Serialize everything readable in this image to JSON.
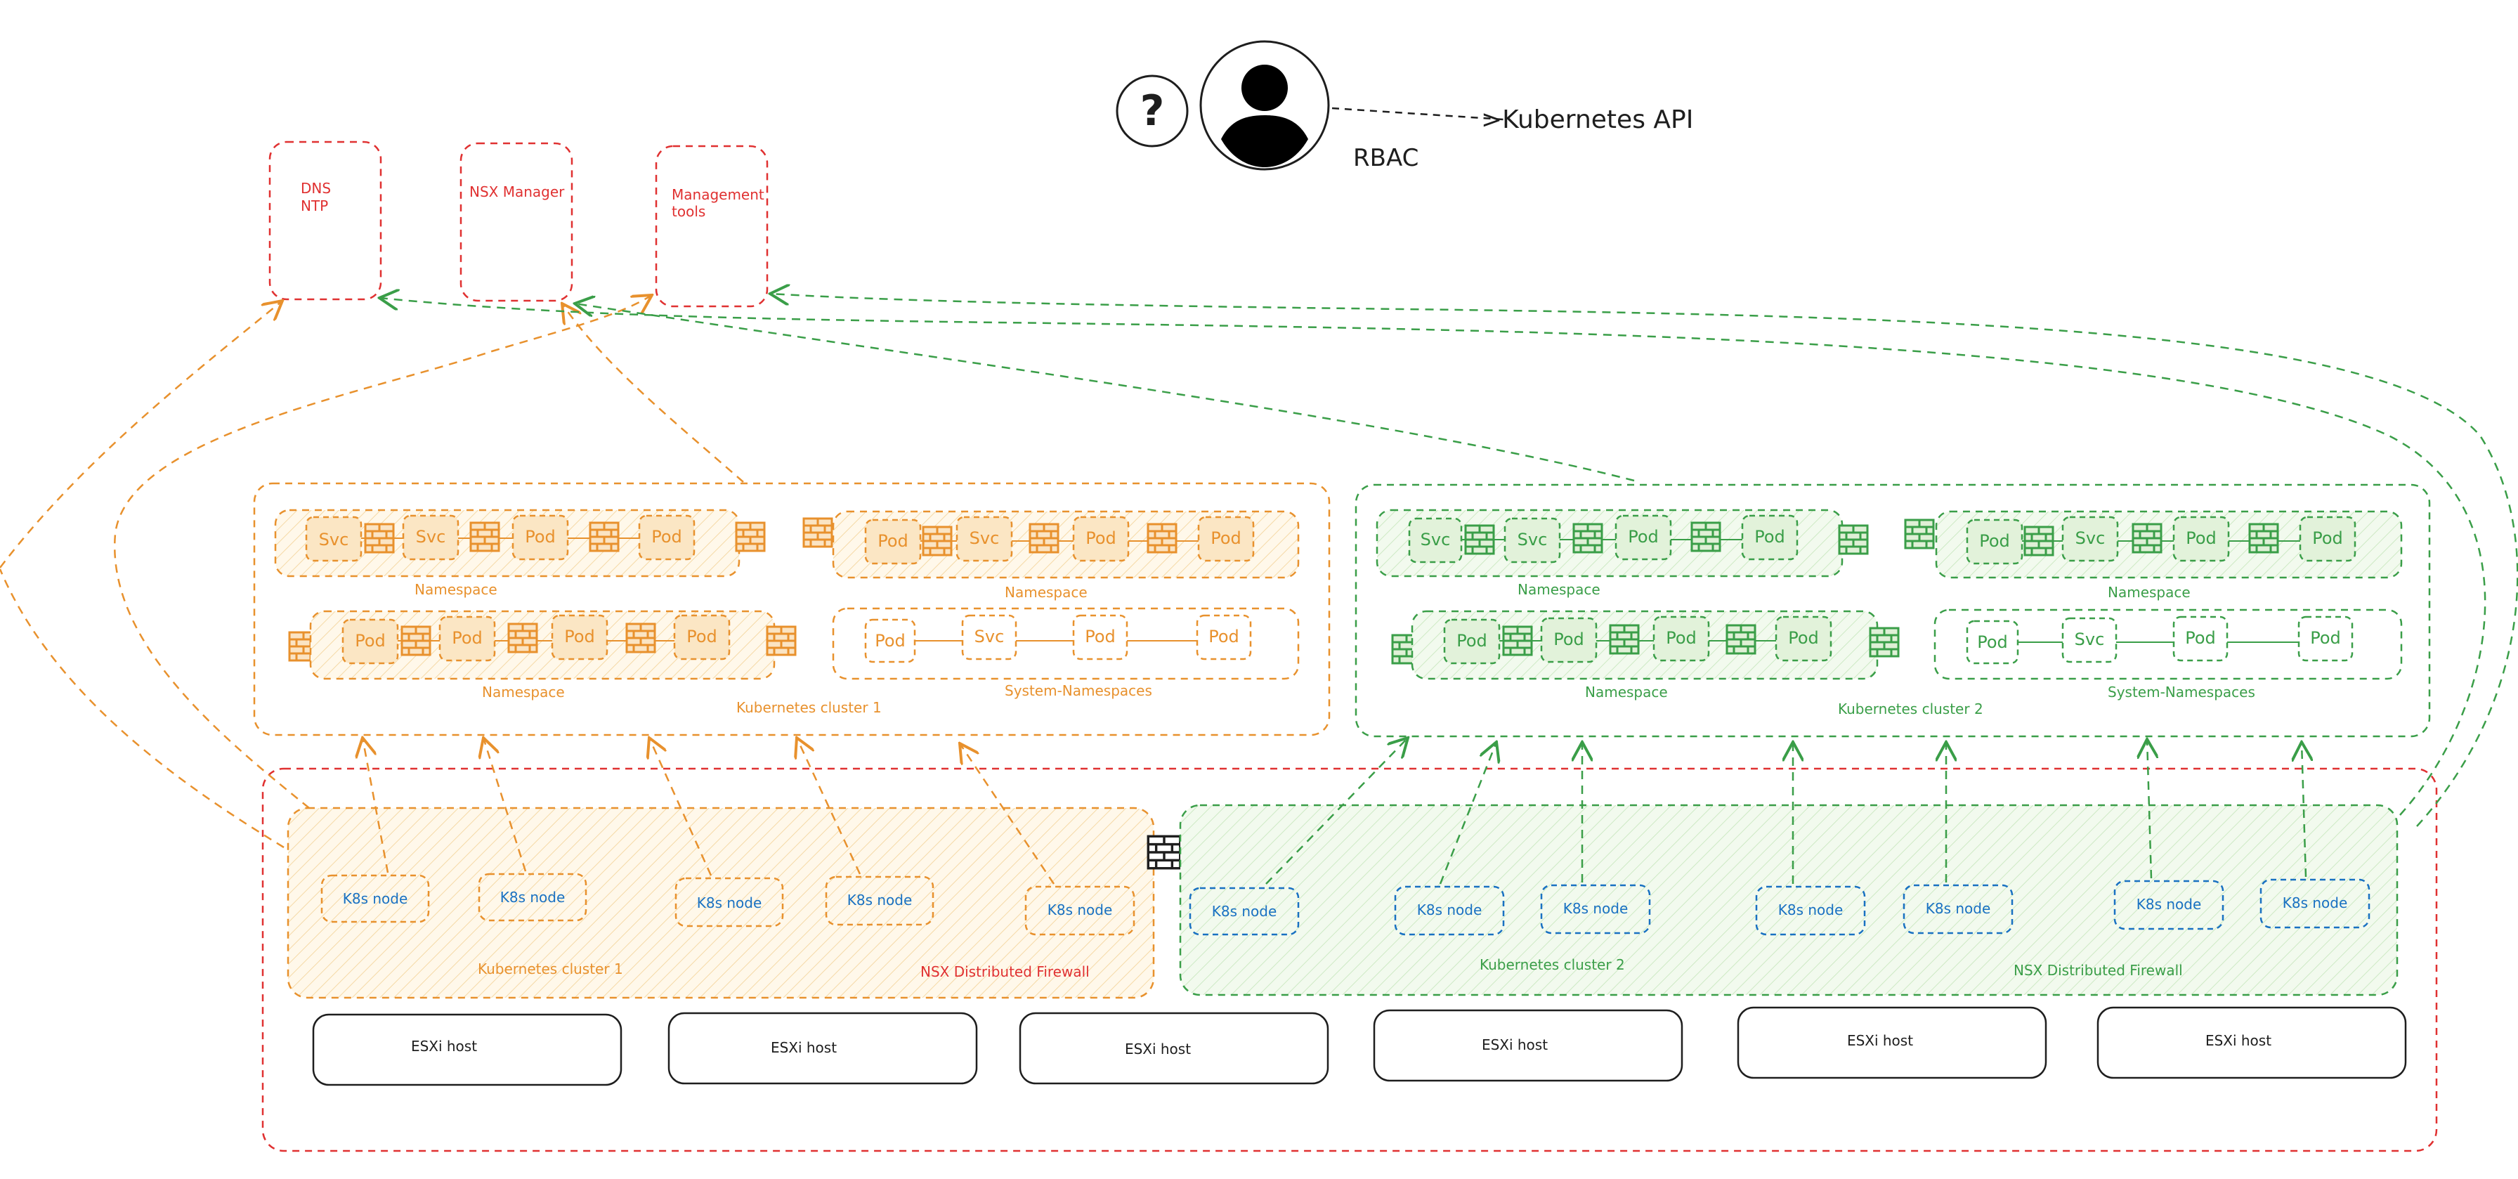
{
  "header": {
    "unknown_glyph": "?",
    "kubernetes_api_label": ">Kubernetes API",
    "rbac_label": "RBAC"
  },
  "services": {
    "dns_ntp": [
      "DNS",
      "NTP"
    ],
    "nsx_manager": "NSX Manager",
    "management_tools": [
      "Management",
      "tools"
    ]
  },
  "cluster1": {
    "title": "Kubernetes cluster 1",
    "ns1_label": "Namespace",
    "ns1_items": [
      "Svc",
      "Svc",
      "Pod",
      "Pod"
    ],
    "ns2_label": "Namespace",
    "ns2_items": [
      "Pod",
      "Svc",
      "Pod",
      "Pod"
    ],
    "ns3_label": "Namespace",
    "ns3_items": [
      "Pod",
      "Pod",
      "Pod",
      "Pod"
    ],
    "sys_label": "System-Namespaces",
    "sys_items": [
      "Pod",
      "Svc",
      "Pod",
      "Pod"
    ]
  },
  "cluster2": {
    "title": "Kubernetes cluster 2",
    "ns1_label": "Namespace",
    "ns1_items": [
      "Svc",
      "Svc",
      "Pod",
      "Pod"
    ],
    "ns2_label": "Namespace",
    "ns2_items": [
      "Pod",
      "Svc",
      "Pod",
      "Pod"
    ],
    "ns3_label": "Namespace",
    "ns3_items": [
      "Pod",
      "Pod",
      "Pod",
      "Pod"
    ],
    "sys_label": "System-Namespaces",
    "sys_items": [
      "Pod",
      "Svc",
      "Pod",
      "Pod"
    ]
  },
  "infra": {
    "nodes_cluster1": [
      "K8s node",
      "K8s node",
      "K8s node",
      "K8s node",
      "K8s node"
    ],
    "nodes_cluster2": [
      "K8s node",
      "K8s node",
      "K8s node",
      "K8s node",
      "K8s node",
      "K8s node",
      "K8s node"
    ],
    "zone1_cluster_label": "Kubernetes cluster 1",
    "zone1_firewall_label": "NSX Distributed Firewall",
    "zone2_cluster_label": "Kubernetes cluster 2",
    "zone2_firewall_label": "NSX Distributed Firewall",
    "esxi_hosts": [
      "ESXi host",
      "ESXi host",
      "ESXi host",
      "ESXi host",
      "ESXi host",
      "ESXi host"
    ]
  },
  "colors": {
    "orange": "#e8912d",
    "orange_fill": "#fdf1dc",
    "green": "#3a9e48",
    "green_fill": "#e9f5e0",
    "red": "#e03131",
    "blue": "#1971c2",
    "black": "#1e1e1e"
  }
}
